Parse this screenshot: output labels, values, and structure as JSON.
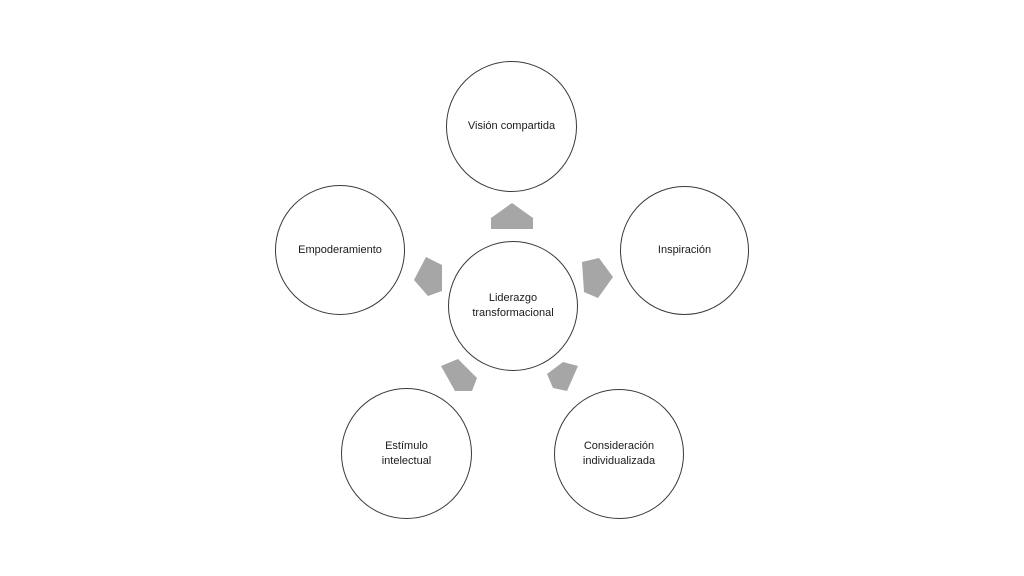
{
  "diagram": {
    "center": {
      "label": "Liderazgo\ntransformacional"
    },
    "nodes": [
      {
        "id": "vision",
        "label": "Visión compartida"
      },
      {
        "id": "inspiracion",
        "label": "Inspiración"
      },
      {
        "id": "consideracion",
        "label": "Consideración\nindividualizada"
      },
      {
        "id": "estimulo",
        "label": "Estímulo\nintelectual"
      },
      {
        "id": "empoderamiento",
        "label": "Empoderamiento"
      }
    ],
    "colors": {
      "circle_border": "#3a3a3a",
      "arrow_fill": "#a6a6a6",
      "background": "#ffffff"
    }
  }
}
